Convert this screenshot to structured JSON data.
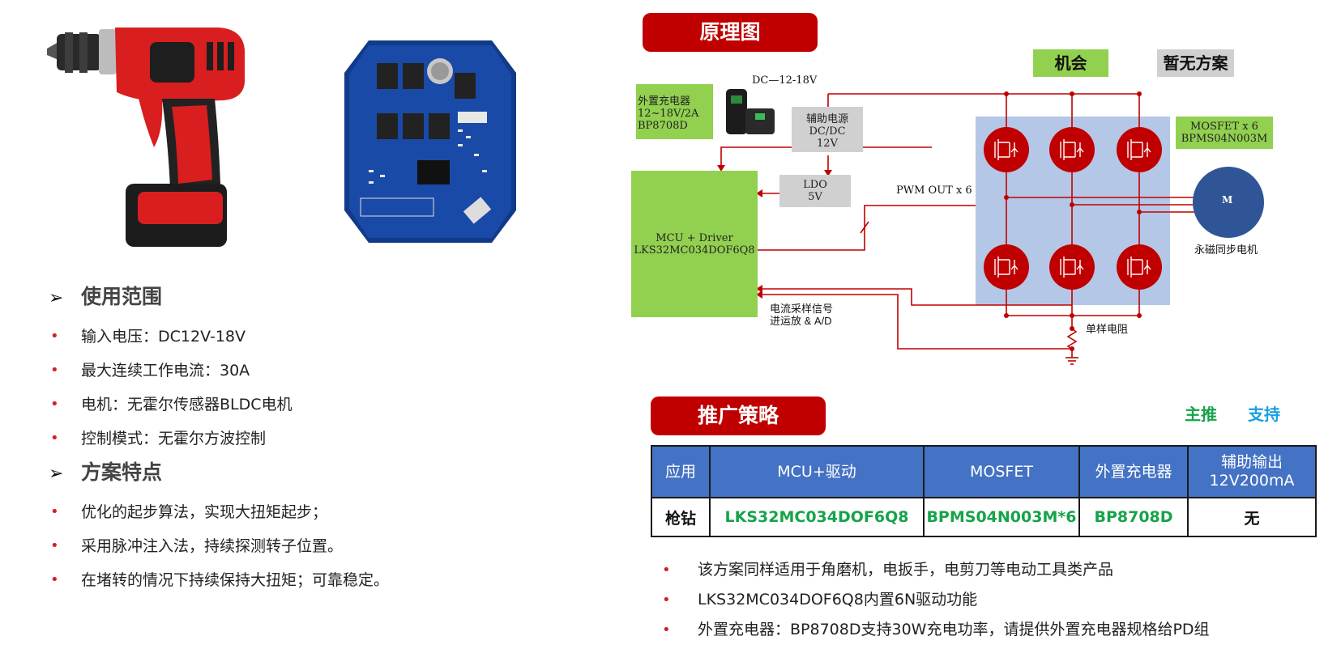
{
  "images": {
    "drill": "cordless-drill-photo",
    "pcb": "controller-pcb-photo"
  },
  "usage": {
    "heading": "使用范围",
    "items": [
      "输入电压：DC12V-18V",
      "最大连续工作电流：30A",
      "电机：无霍尔传感器BLDC电机",
      "控制模式：无霍尔方波控制"
    ]
  },
  "features": {
    "heading": "方案特点",
    "items": [
      "优化的起步算法，实现大扭矩起步；",
      "采用脉冲注入法，持续探测转子位置。",
      "在堵转的情况下持续保持大扭矩；可靠稳定。"
    ]
  },
  "schematic": {
    "title": "原理图",
    "tag_opportunity": "机会",
    "tag_no_solution": "暂无方案",
    "dc_label": "DC—12-18V",
    "charger": [
      "外置充电器",
      "12~18V/2A",
      "BP8708D"
    ],
    "aux_power": [
      "辅助电源",
      "DC/DC",
      "12V"
    ],
    "ldo": [
      "LDO",
      "5V"
    ],
    "mcu": [
      "MCU + Driver",
      "LKS32MC034DOF6Q8"
    ],
    "pwm_label": "PWM OUT x 6",
    "mosfet": [
      "MOSFET x 6",
      "BPMS04N003M"
    ],
    "motor_letter": "M",
    "motor_label": "永磁同步电机",
    "sense_label": [
      "电流采样信号",
      "进运放 & A/D"
    ],
    "shunt_label": "单样电阻"
  },
  "strategy": {
    "title": "推广策略",
    "legend_main": "主推",
    "legend_support": "支持",
    "headers": [
      "应用",
      "MCU+驱动",
      "MOSFET",
      "外置充电器",
      "辅助输出\n12V200mA"
    ],
    "row": [
      "枪钻",
      "LKS32MC034DOF6Q8",
      "BPMS04N003M*6",
      "BP8708D",
      "无"
    ]
  },
  "notes": [
    "该方案同样适用于角磨机，电扳手，电剪刀等电动工具类产品",
    "LKS32MC034DOF6Q8内置6N驱动功能",
    "外置充电器：BP8708D支持30W充电功率，请提供外置充电器规格给PD组"
  ],
  "colors": {
    "red": "#c00000",
    "green_box": "#92d050",
    "gray_box": "#d0d0d0",
    "blue_panel": "#b4c7e7",
    "table_header": "#4472c4",
    "main_push": "#16a34a",
    "support": "#1aa0e0"
  }
}
